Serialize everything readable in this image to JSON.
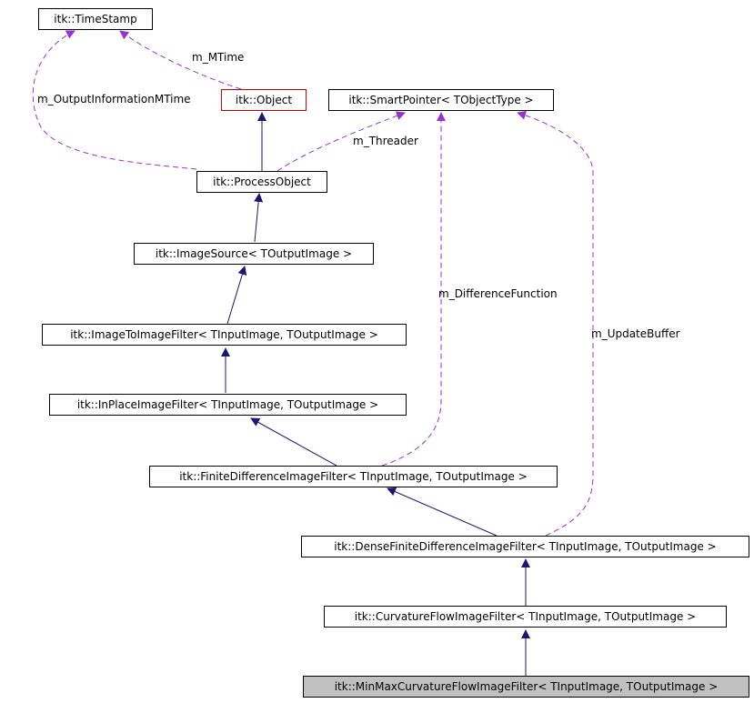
{
  "colors": {
    "inheritance_edge": "#191970",
    "member_edge": "#9a32cd",
    "highlighted_border": "#d00000",
    "current_node_fill": "#c0c0c0"
  },
  "nodes": {
    "timestamp": "itk::TimeStamp",
    "object": "itk::Object",
    "smartpointer": "itk::SmartPointer< TObjectType >",
    "processobject": "itk::ProcessObject",
    "imagesource": "itk::ImageSource< TOutputImage >",
    "imagetoimage": "itk::ImageToImageFilter< TInputImage, TOutputImage >",
    "inplace": "itk::InPlaceImageFilter< TInputImage, TOutputImage >",
    "finitediff": "itk::FiniteDifferenceImageFilter< TInputImage, TOutputImage >",
    "densefinitediff": "itk::DenseFiniteDifferenceImageFilter< TInputImage, TOutputImage >",
    "curvatureflow": "itk::CurvatureFlowImageFilter< TInputImage, TOutputImage >",
    "minmaxcurvature": "itk::MinMaxCurvatureFlowImageFilter< TInputImage, TOutputImage >"
  },
  "edge_labels": {
    "m_mtime": "m_MTime",
    "m_outputinfo": "m_OutputInformationMTime",
    "m_threader": "m_Threader",
    "m_differencefunction": "m_DifferenceFunction",
    "m_updatebuffer": "m_UpdateBuffer"
  }
}
